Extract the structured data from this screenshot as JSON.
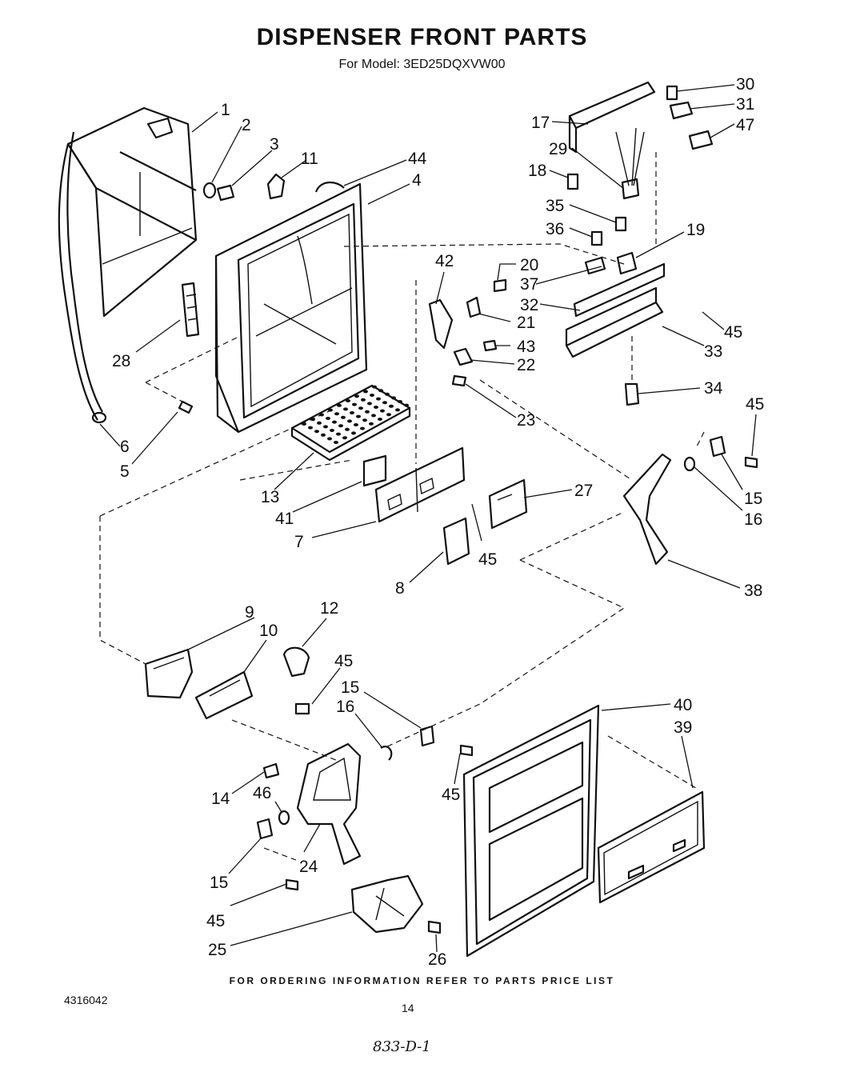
{
  "header": {
    "title": "DISPENSER FRONT PARTS",
    "model": "For Model: 3ED25DQXVW00"
  },
  "callouts": [
    "1",
    "2",
    "3",
    "11",
    "44",
    "4",
    "28",
    "6",
    "5",
    "13",
    "41",
    "7",
    "8",
    "45",
    "42",
    "20",
    "37",
    "21",
    "43",
    "22",
    "23",
    "32",
    "33",
    "34",
    "36",
    "35",
    "18",
    "29",
    "17",
    "30",
    "31",
    "47",
    "19",
    "27",
    "45",
    "15",
    "16",
    "38",
    "9",
    "10",
    "12",
    "45",
    "15",
    "16",
    "14",
    "46",
    "24",
    "15",
    "45",
    "25",
    "26",
    "40",
    "39",
    "45",
    "45"
  ],
  "footer": {
    "ordering_note": "FOR ORDERING INFORMATION REFER TO PARTS PRICE LIST",
    "doc_number": "4316042",
    "page_number": "14",
    "handwritten_note": "833-D-1"
  }
}
